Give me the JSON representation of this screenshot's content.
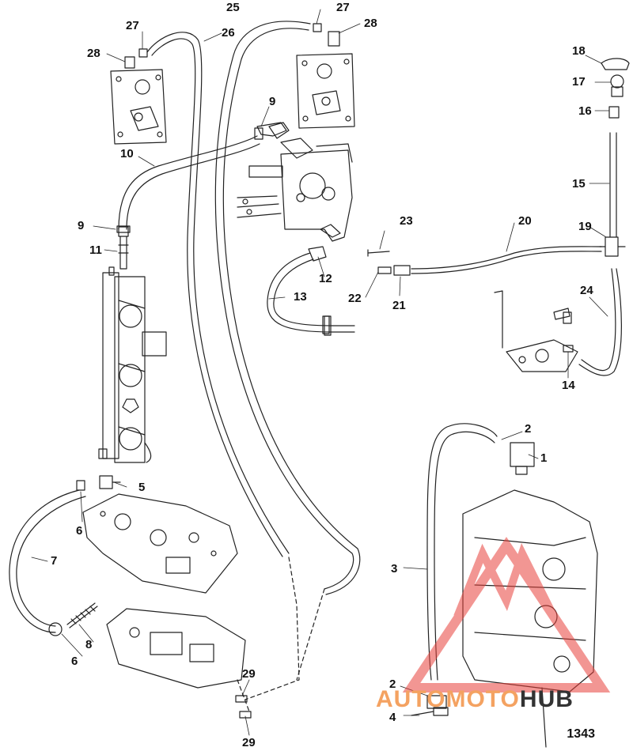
{
  "diagram": {
    "callouts": [
      "1",
      "2",
      "2",
      "3",
      "4",
      "5",
      "6",
      "6",
      "7",
      "8",
      "9",
      "9",
      "10",
      "11",
      "12",
      "13",
      "14",
      "15",
      "16",
      "17",
      "18",
      "19",
      "20",
      "21",
      "22",
      "23",
      "24",
      "25",
      "26",
      "27",
      "27",
      "28",
      "28",
      "29",
      "29"
    ],
    "figure_id": "1343",
    "watermark": {
      "part1": "AUTO",
      "part2": "MOTO",
      "part3": "HUB"
    },
    "colors": {
      "line": "#222222",
      "accent": "#e8413b",
      "watermark_orange": "#f4a261"
    }
  }
}
